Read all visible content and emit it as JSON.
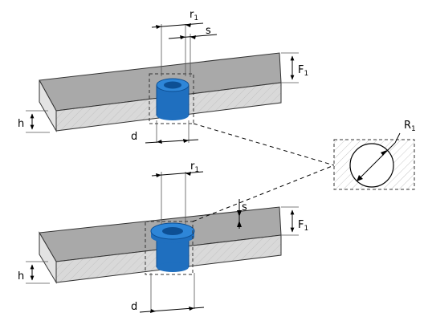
{
  "labels": {
    "r": "r",
    "r_sub": "1",
    "s": "s",
    "F": "F",
    "F_sub": "1",
    "h": "h",
    "d": "d",
    "R": "R",
    "R_sub": "1"
  },
  "colors": {
    "plate_top": "#a9a9a9",
    "plate_front": "#d9d9d9",
    "plate_side": "#e6e6e6",
    "hatch": "#bdbdbd",
    "bushing_body": "#1f6fbf",
    "bushing_top": "#2e86d8",
    "bushing_inner": "#0d4f94",
    "outline": "#333333"
  }
}
